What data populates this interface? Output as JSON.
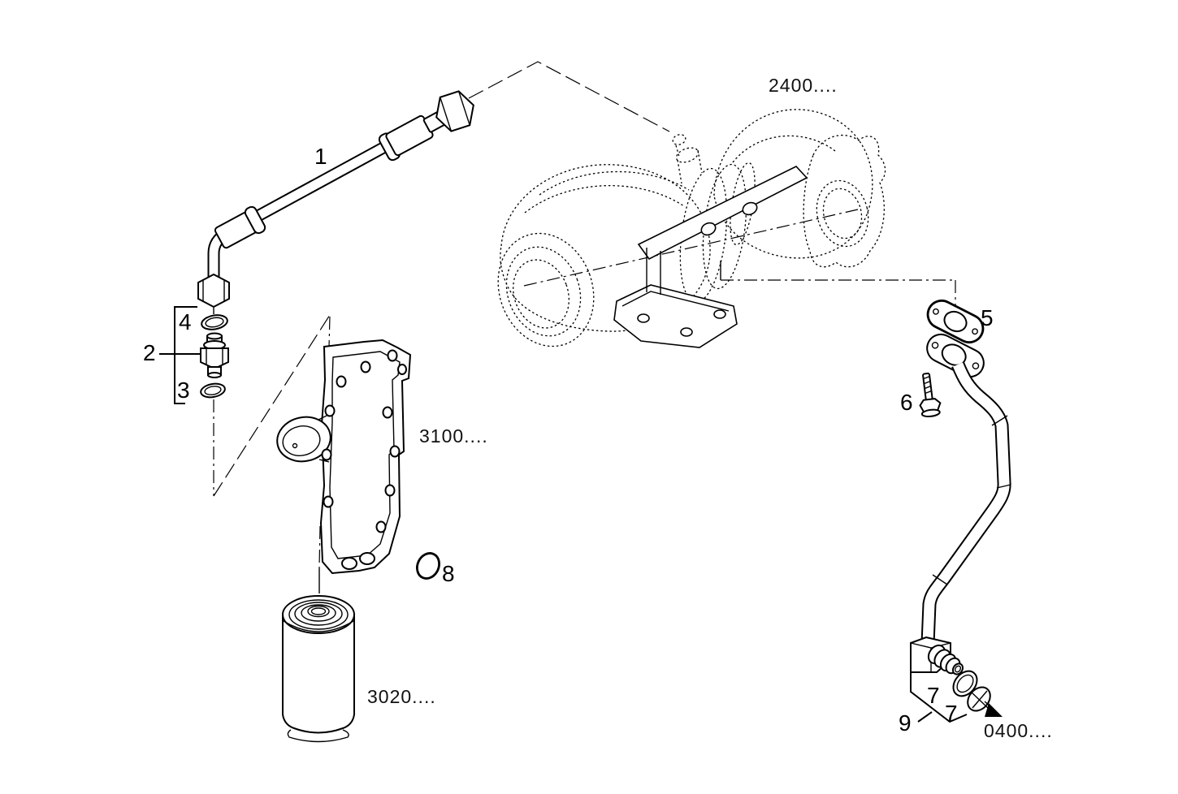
{
  "page": {
    "background": "#ffffff",
    "line_color": "#000000"
  },
  "diagram": {
    "type": "exploded-parts-diagram",
    "callouts": {
      "item1": "1",
      "item2": "2",
      "item3": "3",
      "item4": "4",
      "item5": "5",
      "item6": "6",
      "item7a": "7",
      "item7b": "7",
      "item8": "8",
      "item9": "9"
    },
    "part_refs": {
      "ref_2400": "2400....",
      "ref_3100": "3100....",
      "ref_3020": "3020....",
      "ref_0400": "0400...."
    }
  }
}
